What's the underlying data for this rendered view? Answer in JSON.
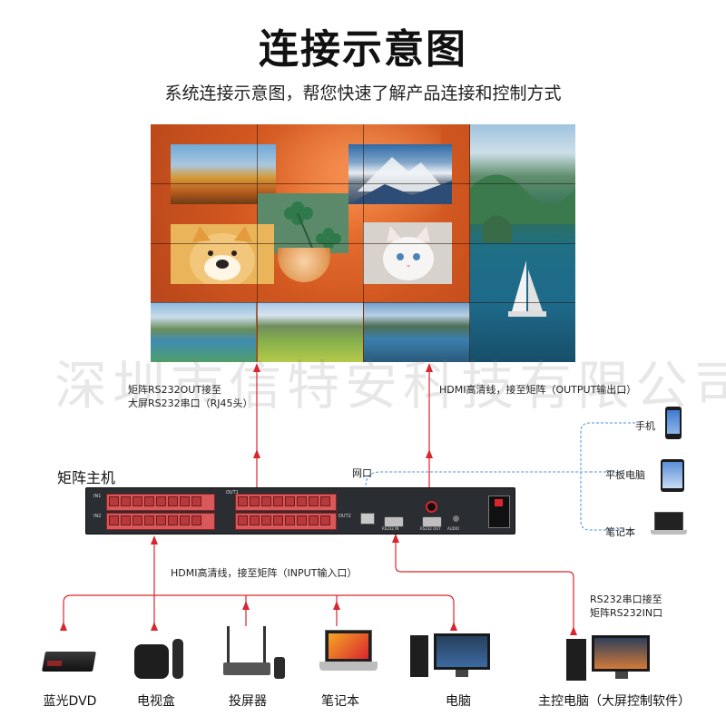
{
  "header": {
    "title": "连接示意图",
    "subtitle": "系统连接示意图，帮您快速了解产品连接和控制方式"
  },
  "watermark": "深圳市信特安科技有限公司",
  "labels": {
    "rs232_to_wall": [
      "矩阵RS232OUT接至",
      "大屏RS232串口（RJ45头）"
    ],
    "hdmi_output": "HDMI高清线，接至矩阵（OUTPUT输出口）",
    "matrix_host": "矩阵主机",
    "network_port": "网口",
    "hdmi_input": "HDMI高清线，接至矩阵（INPUT输入口）",
    "rs232_to_pc": [
      "RS232串口接至",
      "矩阵RS232IN口"
    ]
  },
  "host_panel": {
    "in_top": "IN1",
    "in_bottom": "IN2",
    "out_top": "OUT1",
    "out_bottom": "OUT2",
    "rs232_in": "RS232 IN",
    "rs232_out": "RS232 OUT",
    "audio": "AUDIO"
  },
  "network_devices": [
    {
      "label": "手机",
      "icon": "phone-icon"
    },
    {
      "label": "平板电脑",
      "icon": "tablet-icon"
    },
    {
      "label": "笔记本",
      "icon": "laptop-icon"
    }
  ],
  "input_devices": [
    {
      "label": "蓝光DVD",
      "icon": "bluray-dvd-icon"
    },
    {
      "label": "电视盒",
      "icon": "tv-box-icon"
    },
    {
      "label": "投屏器",
      "icon": "screen-caster-icon"
    },
    {
      "label": "笔记本",
      "icon": "laptop-icon"
    },
    {
      "label": "电脑",
      "icon": "desktop-computer-icon"
    }
  ],
  "control_pc": {
    "label": "主控电脑（大屏控制软件）",
    "icon": "control-pc-icon"
  },
  "colors": {
    "signal_line": "#d9262e",
    "network_line": "#4a90d9",
    "wall_base": "#d0561f",
    "host_body": "#2a2d31",
    "card": "#d9585a"
  }
}
